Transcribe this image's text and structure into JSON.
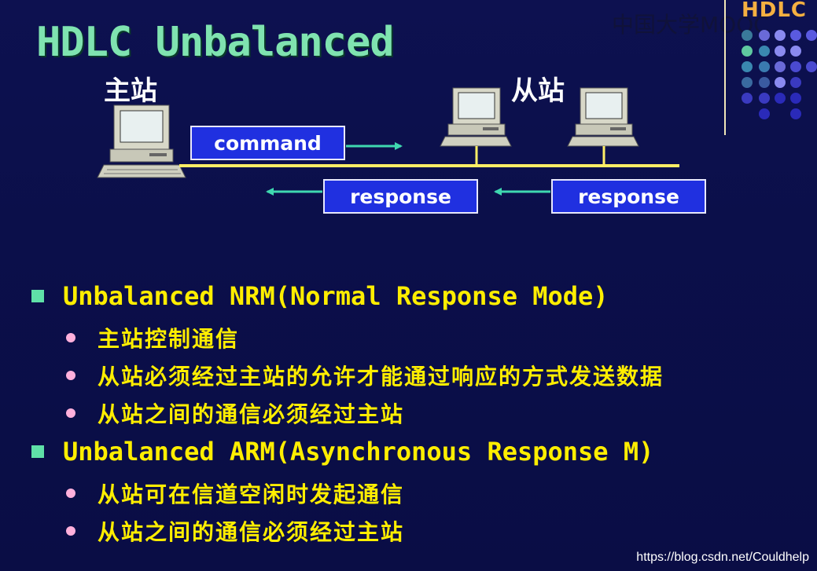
{
  "slide": {
    "title": "HDLC Unbalanced",
    "corner_logo": "HDLC",
    "watermark": "中国大学MOOC"
  },
  "diagram": {
    "primary_label": "主站",
    "secondary_label": "从站",
    "command_label": "command",
    "response_label_1": "response",
    "response_label_2": "response"
  },
  "bullets": [
    {
      "heading": "Unbalanced NRM(Normal Response Mode)",
      "items": [
        "主站控制通信",
        "从站必须经过主站的允许才能通过响应的方式发送数据",
        "从站之间的通信必须经过主站"
      ]
    },
    {
      "heading": "Unbalanced ARM(Asynchronous Response M)",
      "items": [
        "从站可在信道空闲时发起通信",
        "从站之间的通信必须经过主站"
      ]
    }
  ],
  "footer": {
    "url": "https://blog.csdn.net/Couldhelp"
  },
  "colors": {
    "background": "#0b0f4a",
    "title": "#7fe3b0",
    "bullet_text": "#ffee00",
    "box_fill": "#2030e0",
    "bus_line": "#ffee66",
    "arrow": "#3fd8b0",
    "square_bullet": "#5fe0a8",
    "round_bullet": "#ffb0dc"
  }
}
